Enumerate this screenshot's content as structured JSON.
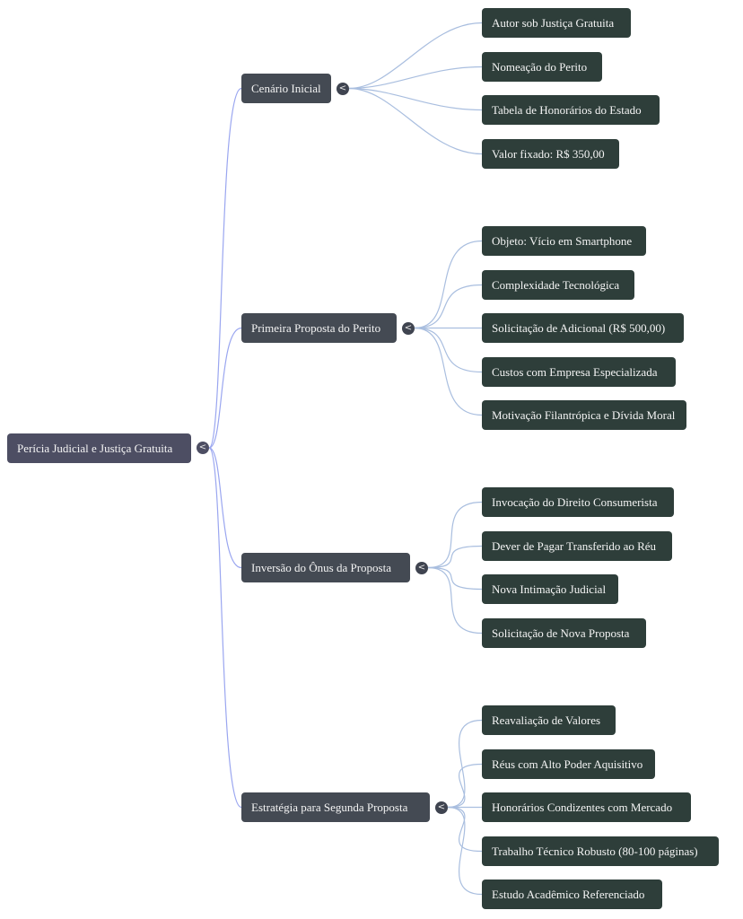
{
  "colors": {
    "root": "#4d4e63",
    "branch": "#444a53",
    "leaf": "#2e3e3a",
    "root_link": "#9aa6f0",
    "branch_link": "#a9bedf",
    "text": "#f4f4f4"
  },
  "root": {
    "label": "Perícia Judicial e Justiça Gratuita",
    "toggle_icon": "<"
  },
  "branches": [
    {
      "label": "Cenário Inicial",
      "toggle_icon": "<",
      "children": [
        "Autor sob Justiça Gratuita",
        "Nomeação do Perito",
        "Tabela de Honorários do Estado",
        "Valor fixado: R$ 350,00"
      ]
    },
    {
      "label": "Primeira Proposta do Perito",
      "toggle_icon": "<",
      "children": [
        "Objeto: Vício em Smartphone",
        "Complexidade Tecnológica",
        "Solicitação de Adicional (R$ 500,00)",
        "Custos com Empresa Especializada",
        "Motivação Filantrópica e Dívida Moral"
      ]
    },
    {
      "label": "Inversão do Ônus da Proposta",
      "toggle_icon": "<",
      "children": [
        "Invocação do Direito Consumerista",
        "Dever de Pagar Transferido ao Réu",
        "Nova Intimação Judicial",
        "Solicitação de Nova Proposta"
      ]
    },
    {
      "label": "Estratégia para Segunda Proposta",
      "toggle_icon": "<",
      "children": [
        "Reavaliação de Valores",
        "Réus com Alto Poder Aquisitivo",
        "Honorários Condizentes com Mercado",
        "Trabalho Técnico Robusto (80-100 páginas)",
        "Estudo Acadêmico Referenciado"
      ]
    }
  ]
}
